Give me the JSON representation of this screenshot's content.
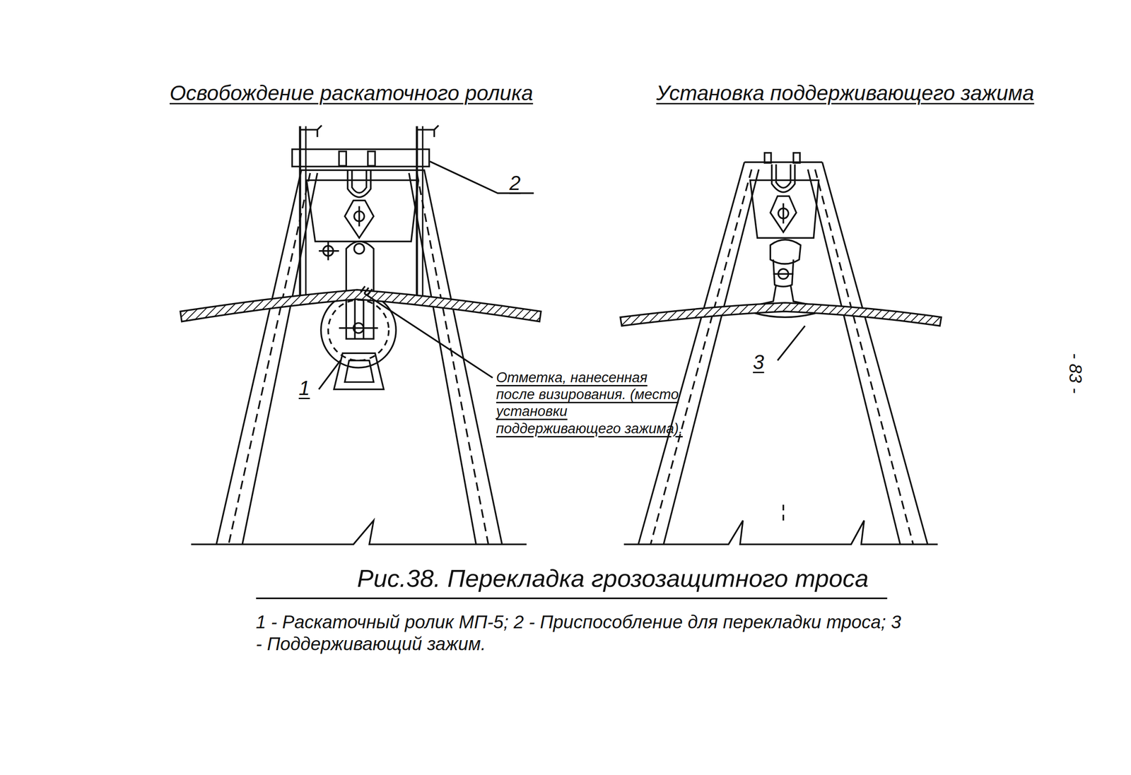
{
  "diagram": {
    "caption": "Рис.38. Перекладка грозозащитного троса",
    "labels": [
      "Освобождение раскаточного ролика",
      "Установка поддерживающего зажима",
      "2",
      "Отметка, нанесенная после визирования. (место установки поддерживающего зажима).",
      "1",
      "3",
      "- 83 -",
      "1 - Раскаточный ролик МП-5; 2 - Приспособление для перекладки троса; 3 - Поддерживающий зажим."
    ]
  }
}
